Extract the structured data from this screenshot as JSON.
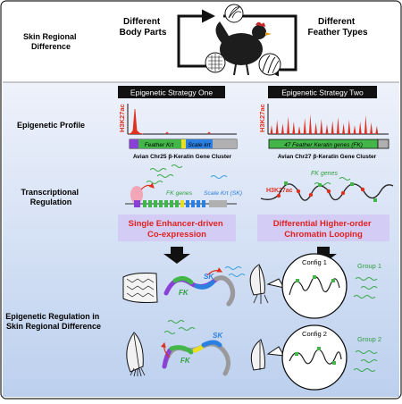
{
  "top": {
    "row_label": [
      "Skin Regional",
      "Difference"
    ],
    "left_label": [
      "Different",
      "Body Parts"
    ],
    "right_label": [
      "Different",
      "Feather Types"
    ]
  },
  "row_labels": {
    "profile": "Epigenetic Profile",
    "transcription": [
      "Transcriptional",
      "Regulation"
    ],
    "skin": [
      "Epigenetic Regulation in",
      "Skin Regional Difference"
    ]
  },
  "strategy_one": {
    "title": "Epigenetic Strategy One",
    "mark": "H3K27ac",
    "gene_feather": "Feather Krt",
    "gene_scale": "Scale krt",
    "cluster": "Avian Chr25 β-Keratin Gene Cluster",
    "fk_genes": "FK genes",
    "sk_genes": "Scale Krt (SK)",
    "mechanism": [
      "Single Enhancer-driven",
      "Co-expression"
    ],
    "fk": "FK",
    "sk": "SK"
  },
  "strategy_two": {
    "title": "Epigenetic Strategy Two",
    "mark": "H3K27ac",
    "gene_bar": "47 Feather Keratin genes (FK)",
    "cluster": "Avian Chr27 β-Keratin Gene Cluster",
    "fk_genes": "FK genes",
    "loop_mark": "H3K27ac",
    "mechanism": [
      "Differential Higher-order",
      "Chromatin Looping"
    ],
    "config1": "Config 1",
    "config2": "Config 2",
    "group1": "Group 1",
    "group2": "Group 2"
  },
  "colors": {
    "panel_top": "#eef2fb",
    "panel_bottom": "#bcd0ee",
    "peak": "#e03020",
    "feather_krt": "#8a3fd6",
    "scale_krt": "#2b7fe0",
    "fk_bar": "#43b649",
    "mechanism_box": "#d3cdf5",
    "mechanism_text": "#e02020",
    "wavy": "#3aa84a"
  }
}
